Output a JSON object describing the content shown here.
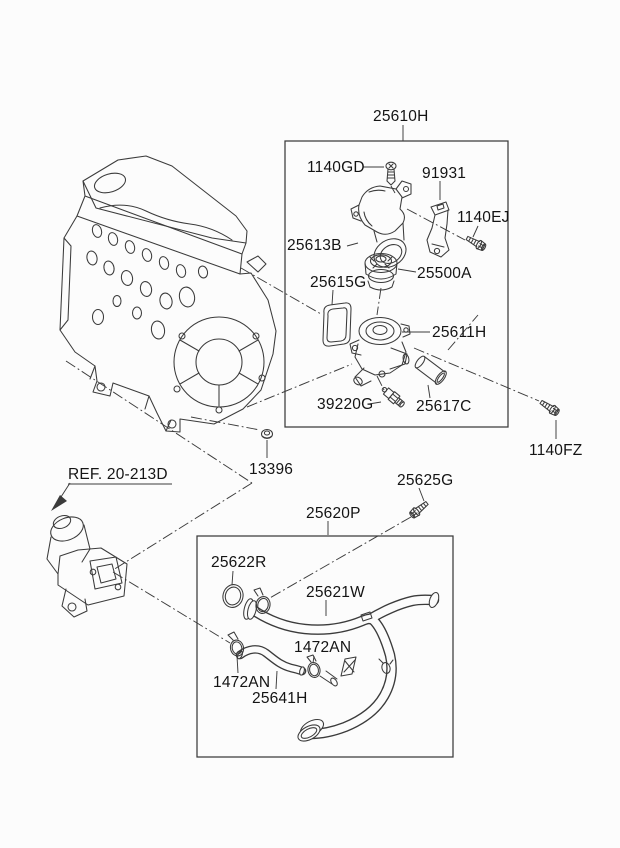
{
  "page": {
    "background": "#fcfcfc",
    "line_color": "#3b3b3b",
    "text_color": "#141414"
  },
  "reference": {
    "label": "REF. 20-213D"
  },
  "thermostat_assembly": {
    "group_label": "25610H",
    "parts": {
      "flange_screw": "1140GD",
      "bracket": "91931",
      "coolant_outlet_fitting": "25613B",
      "bracket_bolt": "1140EJ",
      "thermostat": "25500A",
      "gasket": "25615G",
      "thermostat_housing": "25611H",
      "temperature_sensor": "39220G",
      "nipple_pipe": "25617C"
    }
  },
  "fasteners": {
    "housing_bolt": "1140FZ",
    "inlet_nut": "13396",
    "pipe_bolt": "25625G"
  },
  "coolant_pipe_assembly": {
    "group_label": "25620P",
    "parts": {
      "oring": "25622R",
      "coolant_pipe": "25621W",
      "clamp_front": "1472AN",
      "clamp_rear": "1472AN",
      "heater_hose": "25641H"
    }
  }
}
